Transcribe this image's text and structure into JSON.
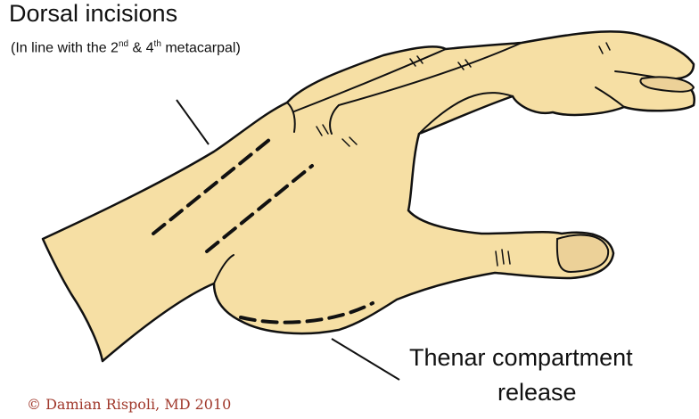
{
  "labels": {
    "dorsal_title": "Dorsal incisions",
    "dorsal_note_prefix": "(In line with the 2",
    "dorsal_note_sup1": "nd",
    "dorsal_note_mid": " & 4",
    "dorsal_note_sup2": "th",
    "dorsal_note_suffix": " metacarpal)",
    "thenar_line1": "Thenar compartment",
    "thenar_line2": "release",
    "copyright": "© Damian Rispoli, MD 2010"
  },
  "colors": {
    "skin": "#f6dfa4",
    "nail": "#ecd198",
    "outline": "#111111",
    "copyright": "#a0382b"
  }
}
